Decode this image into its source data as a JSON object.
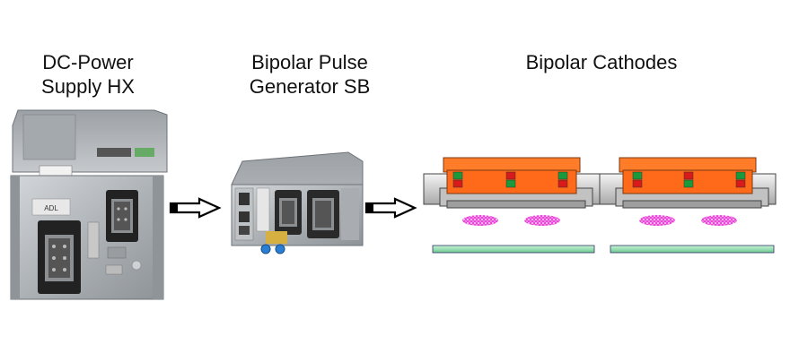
{
  "titles": {
    "power_supply": {
      "line1": "DC-Power",
      "line2": "Supply HX"
    },
    "pulse_generator": {
      "line1": "Bipolar Pulse",
      "line2": "Generator SB"
    },
    "cathodes": {
      "line1": "Bipolar Cathodes"
    }
  },
  "labels": {
    "power_supply_badge": "ADL"
  },
  "colors": {
    "cathode_body": "#ff6a1a",
    "cathode_top": "#ff7c28",
    "cathode_housing": "#dcdcdc",
    "led_green": "#1a9a3a",
    "led_red": "#d81a1a",
    "plasma": "#e040d0",
    "substrate": "#9ee8b8",
    "device_metal": "#b8bcc0"
  },
  "icons": [
    "arrow-right-icon",
    "arrow-right-icon"
  ]
}
